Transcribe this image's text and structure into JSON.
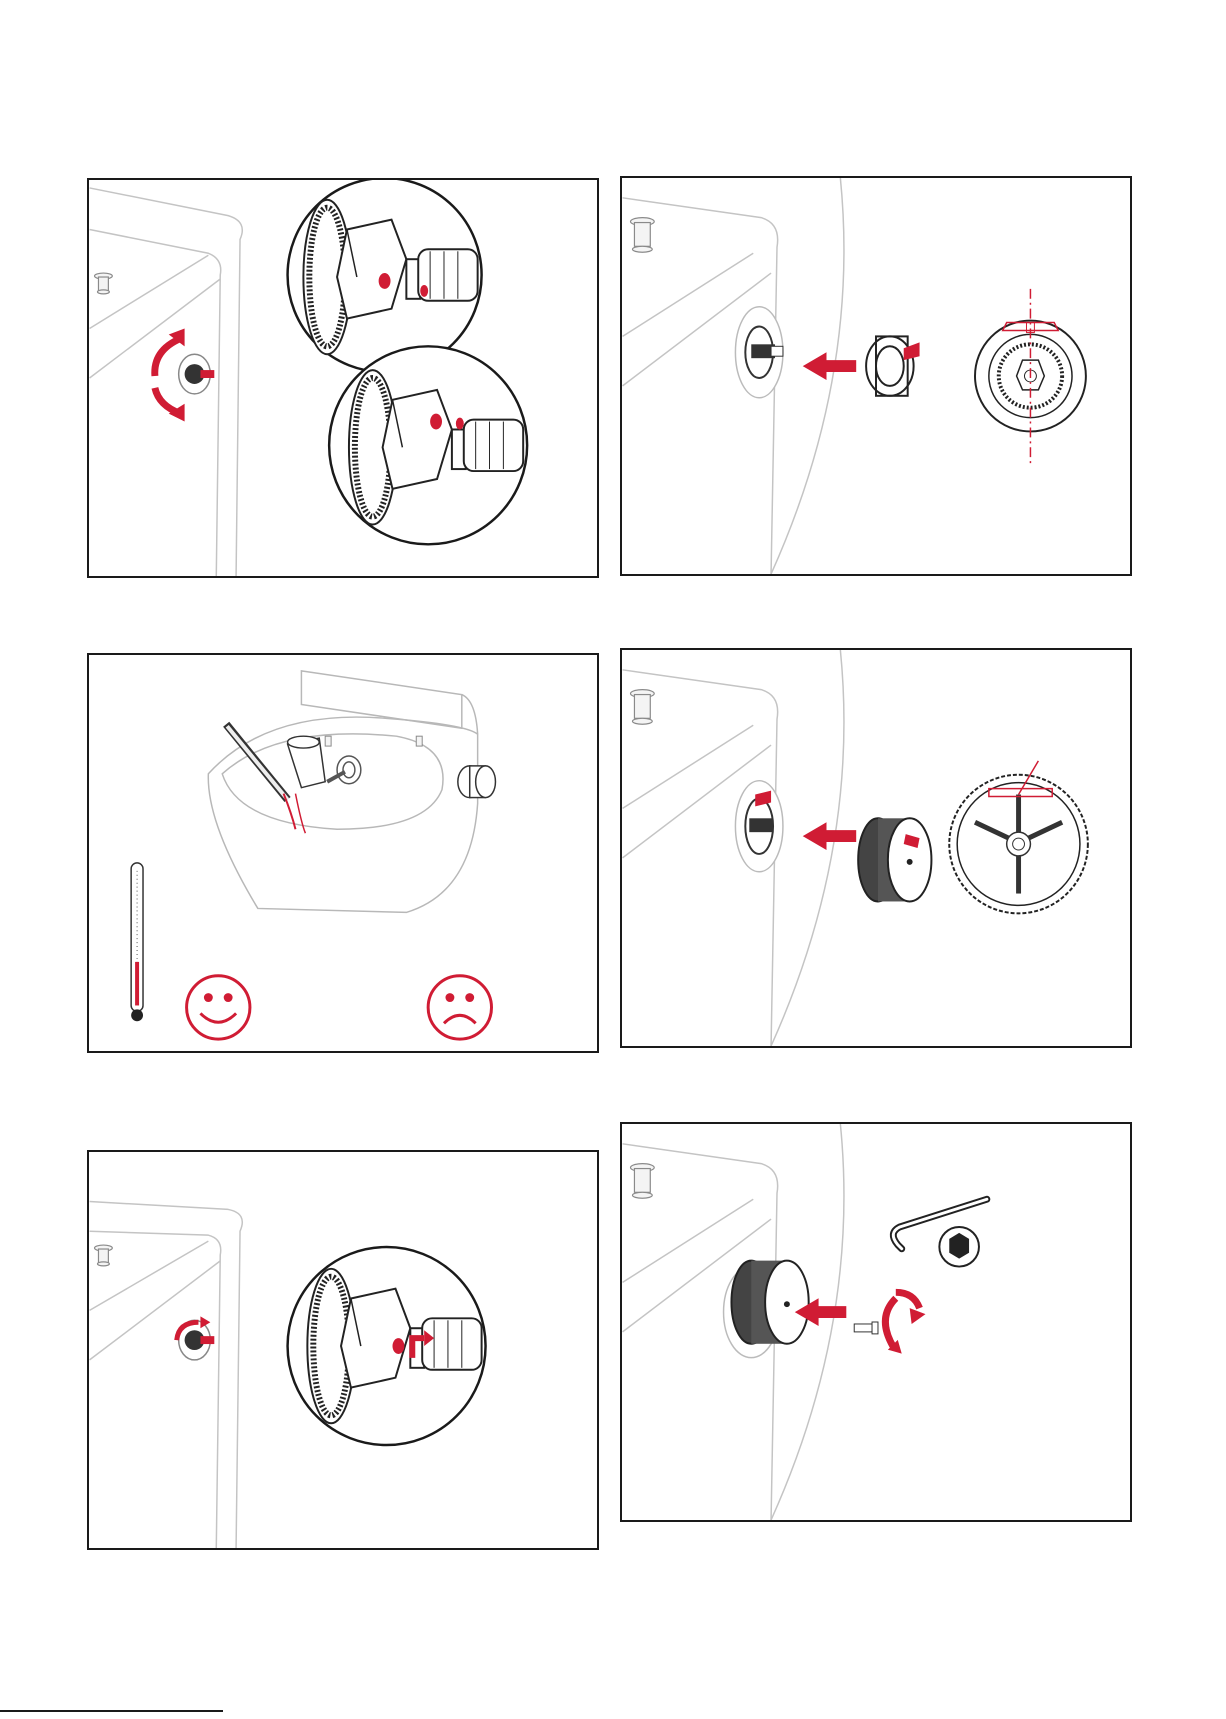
{
  "page": {
    "footer_text": ""
  },
  "colors": {
    "accent": "#d01c34",
    "line": "#1a1a1a",
    "faint": "#b8b8b8",
    "white": "#ffffff"
  },
  "panels": [
    {
      "id": "step-1",
      "icons": [
        "toilet-corner",
        "rotate-arrows-icon",
        "valve-cartridge-zoom",
        "valve-cartridge-zoom-aligned"
      ]
    },
    {
      "id": "step-2",
      "icons": [
        "toilet-corner",
        "push-arrow-icon",
        "stop-ring",
        "ring-front-view"
      ]
    },
    {
      "id": "step-3",
      "icons": [
        "toilet-bowl",
        "measuring-cup",
        "thermometer-icon",
        "happy-face-icon",
        "sad-face-icon"
      ]
    },
    {
      "id": "step-4",
      "icons": [
        "toilet-corner",
        "push-arrow-icon",
        "control-knob",
        "knob-back-view"
      ]
    },
    {
      "id": "step-5",
      "icons": [
        "toilet-corner",
        "turn-arrow-icon",
        "valve-cartridge-zoom"
      ]
    },
    {
      "id": "step-6",
      "icons": [
        "toilet-corner",
        "hex-key-icon",
        "hex-socket-icon",
        "screw-icon",
        "push-arrow-icon",
        "tighten-arrow-icon"
      ]
    }
  ]
}
